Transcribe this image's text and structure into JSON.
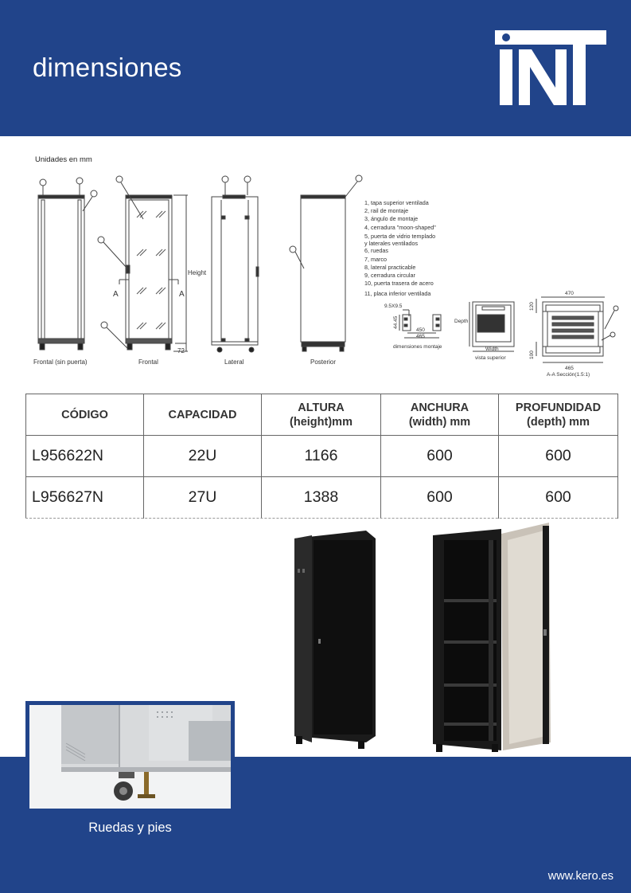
{
  "header": {
    "title": "dimensiones",
    "logo_text": "INT"
  },
  "units_note": "Unidades en mm",
  "drawing": {
    "views": [
      "Frontal (sin puerta)",
      "Frontal",
      "Lateral",
      "Posterior"
    ],
    "height_label": "Height",
    "section_marker": "A",
    "dim_72": "72",
    "legend": [
      "1, tapa superior ventilada",
      "2, rail de montaje",
      "3, ángulo de montaje",
      "4, cerradura \"moon-shaped\"",
      "5, puerta de vidrio templado",
      "y laterales ventilados",
      "6, ruedas",
      "7, marco",
      "8, lateral practicable",
      "9, cerradura circular",
      "10, puerta trasera de acero",
      "11, placa inferior ventilada"
    ],
    "mount_dims": {
      "hole": "9.5X9.5",
      "pitch": "44.45",
      "w450": "450",
      "w465": "465",
      "caption": "dimensiones montaje"
    },
    "top_view": {
      "depth": "Depth",
      "width": "Width",
      "caption": "vista superior"
    },
    "section": {
      "w470": "470",
      "h120": "120",
      "h100": "100",
      "w465": "465",
      "caption": "A-A Sección(1.5:1)"
    }
  },
  "table": {
    "headers": [
      [
        "CÓDIGO"
      ],
      [
        "CAPACIDAD"
      ],
      [
        "ALTURA",
        "(height)mm"
      ],
      [
        "ANCHURA",
        "(width) mm"
      ],
      [
        "PROFUNDIDAD",
        "(depth) mm"
      ]
    ],
    "rows": [
      [
        "L956622N",
        "22U",
        "1166",
        "600",
        "600"
      ],
      [
        "L956627N",
        "27U",
        "1388",
        "600",
        "600"
      ]
    ]
  },
  "wheels_caption": "Ruedas y pies",
  "footer_url": "www.kero.es",
  "colors": {
    "brand_blue": "#21448a",
    "white": "#ffffff"
  }
}
